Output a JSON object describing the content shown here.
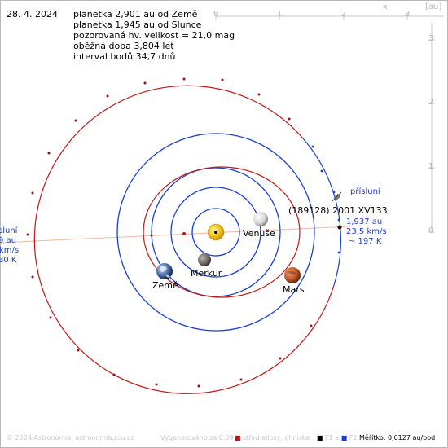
{
  "info": {
    "date": "28. 4. 2024",
    "lines": [
      "planetka 2,901 au od Země",
      "planetka 1,945 au od Slunce",
      "pozorovaná hv. velikost = 21,0 mag",
      "oběžná doba 3,804 let",
      "interval bodů 34,7 dnů"
    ]
  },
  "axes": {
    "x_label": "x",
    "unit_label": "[au]",
    "x_ticks": [
      "0",
      "1",
      "2",
      "3"
    ],
    "y_ticks": [
      "3",
      "2",
      "1",
      "0"
    ]
  },
  "planets": {
    "venus": "Venuše",
    "mercury": "Merkur",
    "earth": "Země",
    "mars": "Mars"
  },
  "asteroid": {
    "name": "(189128) 2001 XV133",
    "perihelion_label": "přísluní",
    "perihelion_distance": "1,937 au",
    "perihelion_speed": "23,5 km/s",
    "perihelion_temp": "~ 197 K",
    "aphelion_label": "sluní",
    "aphelion_distance": "9 au",
    "aphelion_speed": "km/s",
    "aphelion_temp": "30 K"
  },
  "footer": {
    "copyright": "© 2024 Astronomia, astronomia.zcu.cz",
    "generated": "Vygenerováno za 0,09 s",
    "ellipse_center": "střed elipsy, ohniska",
    "f1": "F1",
    "a": "a",
    "f2": "F2",
    "scale": "Měřítko: 0,0127 au/bod"
  },
  "colors": {
    "planet_orbit": "#1a3fd0",
    "asteroid_orbit_near": "#c01818",
    "asteroid_orbit_far": "#1a3fd0",
    "sun": "#f2c21a",
    "apse_line": "#f0b8a0",
    "axis": "#c8c8c8"
  }
}
